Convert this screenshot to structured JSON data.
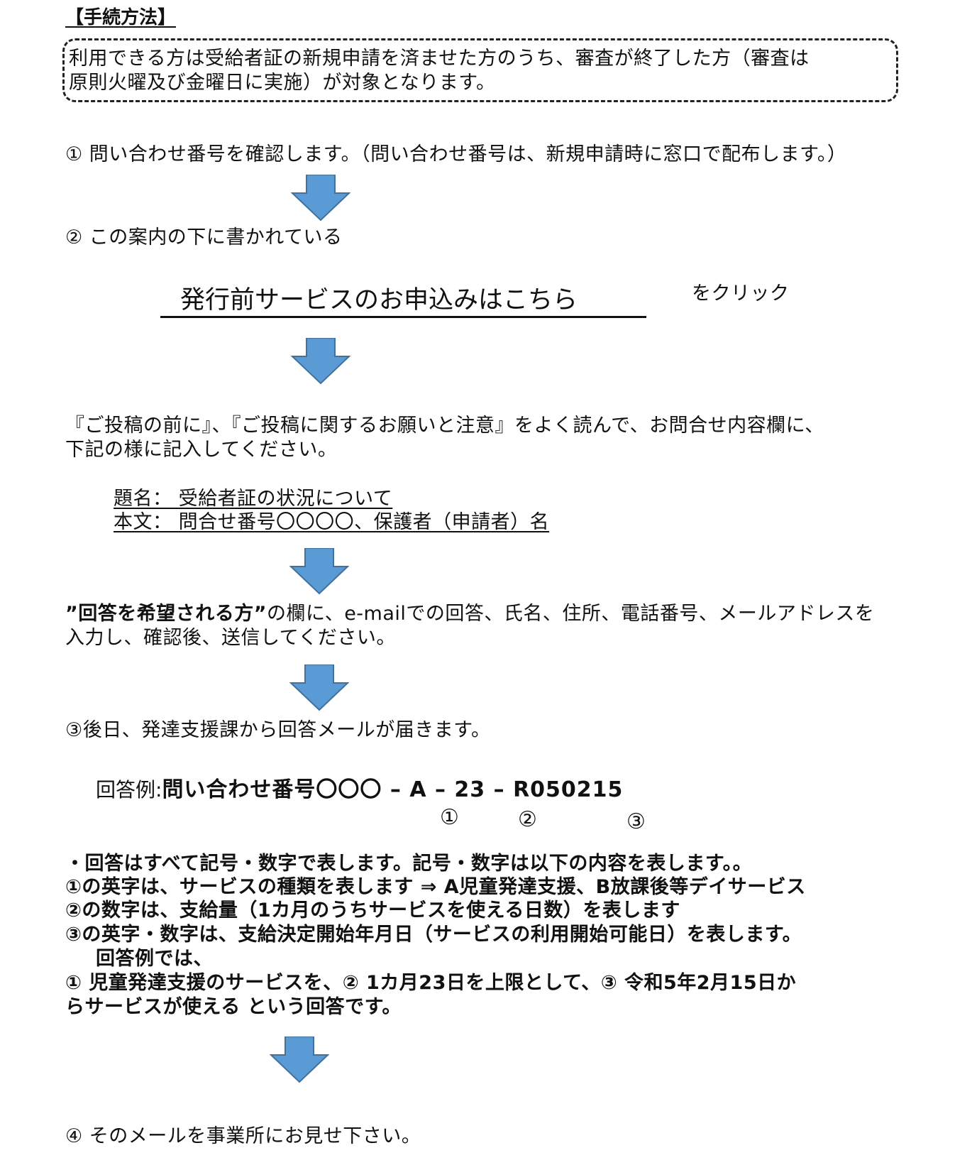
{
  "heading": "【手続方法】",
  "notice": {
    "line1": "利用できる方は受給者証の新規申請を済ませた方のうち、審査が終了した方（審査は",
    "line2": "原則火曜及び金曜日に実施）が対象となります。"
  },
  "step1": "①  問い合わせ番号を確認します。（問い合わせ番号は、新規申請時に窓口で配布します。）",
  "step2": "② この案内の下に書かれている",
  "link": {
    "label": "発行前サービスのお申込みはこちら",
    "suffix": "をクリック"
  },
  "instruction": {
    "line1": "『ご投稿の前に』、『ご投稿に関するお願いと注意』をよく読んで、お問合せ内容欄に、",
    "line2": "下記の様に記入してください。"
  },
  "template": {
    "subject": "題名：  受給者証の状況について",
    "body": "本文：  問合せ番号〇〇〇〇、保護者（申請者）名"
  },
  "reply": {
    "line1_quoted": "”回答を希望される方”",
    "line1_rest": "の欄に、e-mailでの回答、氏名、住所、電話番号、メールアドレスを",
    "line2": "入力し、確認後、送信してください。"
  },
  "step3": "③後日、発達支援課から回答メールが届きます。",
  "example": {
    "prefix": "回答例:",
    "bold_text": "問い合わせ番号〇〇〇  –   A   –   23   –   R050215",
    "marker1": "①",
    "marker2": "②",
    "marker3": "③"
  },
  "explanation": {
    "line1": "・回答はすべて記号・数字で表します。記号・数字は以下の内容を表します。。",
    "line2": "①の英字は、サービスの種類を表します ⇒ A児童発達支援、B放課後等デイサービス",
    "line3": "②の数字は、支給量（1カ月のうちサービスを使える日数）を表します",
    "line4": "③の英字・数字は、支給決定開始年月日（サービスの利用開始可能日）を表します。",
    "line5": "回答例では、",
    "line6": "① 児童発達支援のサービスを、② 1カ月23日を上限として、③ 令和5年2月15日か",
    "line7": "らサービスが使える    という回答です。"
  },
  "step4": "④ そのメールを事業所にお見せ下さい。",
  "colors": {
    "arrow_fill": "#5B9BD5",
    "arrow_stroke": "#41719C",
    "text": "#111111"
  }
}
